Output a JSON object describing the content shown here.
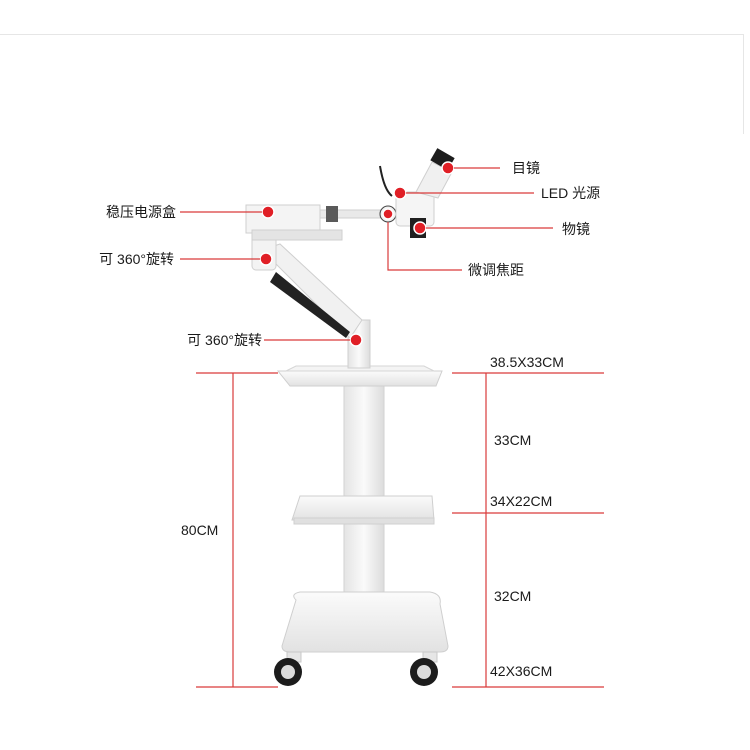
{
  "parts": {
    "eyepiece": "目镜",
    "led_light": "LED 光源",
    "objective": "物镜",
    "power_box": "稳压电源盒",
    "rotate_upper": "可 360°旋转",
    "focus": "微调焦距",
    "rotate_lower": "可 360°旋转"
  },
  "dimensions": {
    "top_tray": "38.5X33CM",
    "upper_gap": "33CM",
    "middle_tray": "34X22CM",
    "lower_gap": "32CM",
    "base": "42X36CM",
    "total_height": "80CM"
  },
  "colors": {
    "accent": "#e01f26",
    "line": "#d93b3b",
    "equipment": "#f2f2f2"
  }
}
